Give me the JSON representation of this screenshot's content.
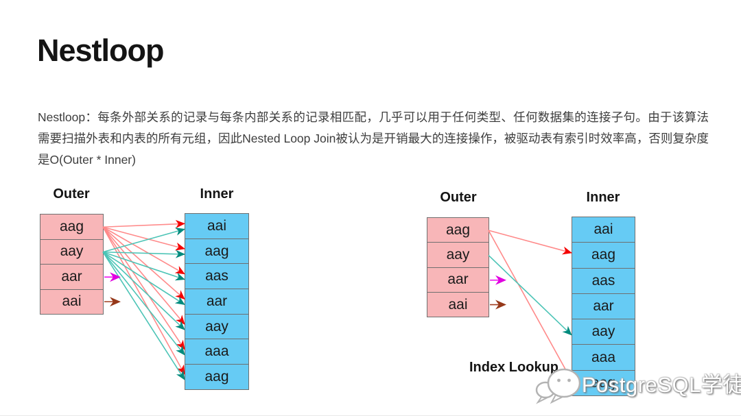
{
  "title": "Nestloop",
  "description": "Nestloop：每条外部关系的记录与每条内部关系的记录相匹配，几乎可以用于任何类型、任何数据集的连接子句。由于该算法需要扫描外表和内表的所有元组，因此Nested Loop Join被认为是开销最大的连接操作，被驱动表有索引时效率高，否则复杂度是O(Outer * Inner)",
  "diagrams": [
    {
      "outer_label": "Outer",
      "inner_label": "Inner",
      "outer_rows": [
        "aag",
        "aay",
        "aar",
        "aai"
      ],
      "inner_rows": [
        "aai",
        "aag",
        "aas",
        "aar",
        "aay",
        "aaa",
        "aag"
      ],
      "caption": "",
      "connections": [
        {
          "from": 0,
          "to": 0,
          "c": "red"
        },
        {
          "from": 0,
          "to": 1,
          "c": "red"
        },
        {
          "from": 0,
          "to": 2,
          "c": "red"
        },
        {
          "from": 0,
          "to": 3,
          "c": "red"
        },
        {
          "from": 0,
          "to": 4,
          "c": "red"
        },
        {
          "from": 0,
          "to": 5,
          "c": "red"
        },
        {
          "from": 0,
          "to": 6,
          "c": "red"
        },
        {
          "from": 1,
          "to": 0,
          "c": "teal"
        },
        {
          "from": 1,
          "to": 1,
          "c": "teal"
        },
        {
          "from": 1,
          "to": 2,
          "c": "teal"
        },
        {
          "from": 1,
          "to": 3,
          "c": "teal"
        },
        {
          "from": 1,
          "to": 4,
          "c": "teal"
        },
        {
          "from": 1,
          "to": 5,
          "c": "teal"
        },
        {
          "from": 1,
          "to": 6,
          "c": "teal"
        }
      ],
      "stubs": [
        {
          "from": 2,
          "c": "magenta"
        },
        {
          "from": 3,
          "c": "brown"
        }
      ]
    },
    {
      "outer_label": "Outer",
      "inner_label": "Inner",
      "outer_rows": [
        "aag",
        "aay",
        "aar",
        "aai"
      ],
      "inner_rows": [
        "aai",
        "aag",
        "aas",
        "aar",
        "aay",
        "aaa",
        "aag"
      ],
      "caption": "Index Lookup",
      "connections": [
        {
          "from": 0,
          "to": 1,
          "c": "red"
        },
        {
          "from": 0,
          "to": 6,
          "c": "red"
        },
        {
          "from": 1,
          "to": 4,
          "c": "teal"
        }
      ],
      "stubs": [
        {
          "from": 2,
          "c": "magenta"
        },
        {
          "from": 3,
          "c": "brown"
        }
      ]
    }
  ],
  "watermark": {
    "text": "PostgreSQL学徒",
    "icon": "wechat-icon"
  },
  "colors": {
    "red_line": "#ff8a8a",
    "red_head": "#f40000",
    "teal_line": "#4cc4b6",
    "teal_head": "#008a7d",
    "magenta_line": "#ee00ee",
    "magenta_head": "#e000e0",
    "brown_line": "#a03c1e",
    "brown_head": "#963819",
    "outer_fill": "#f8b6b8",
    "inner_fill": "#66cbf4",
    "table_border": "#6f6f6f"
  }
}
